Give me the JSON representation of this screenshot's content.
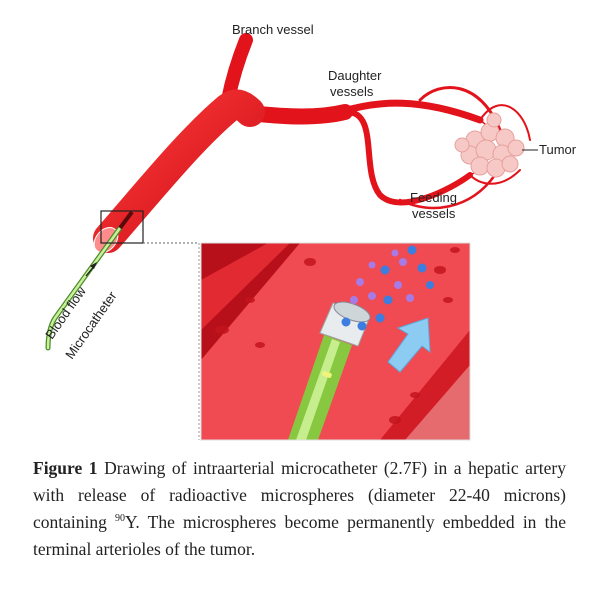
{
  "figure": {
    "labels": {
      "branch_vessel": "Branch vessel",
      "daughter_vessels_1": "Daughter",
      "daughter_vessels_2": "vessels",
      "tumor": "Tumor",
      "feeding_vessels_1": "Feeding",
      "feeding_vessels_2": "vessels",
      "blood_flow": "Blood flow",
      "microcatheter": "Microcatheter"
    },
    "colors": {
      "vessel": "#e3131b",
      "catheter": "#8fd14f",
      "tumor": "#f6c6c4",
      "sphere_blue": "#3c7de0",
      "sphere_purple": "#a77be6",
      "arrow": "#7fc3f0"
    }
  },
  "caption": {
    "label": "Figure 1",
    "text_before_sup": " Drawing of intraarterial microcatheter (2.7F) in a hepatic artery with release of radioactive microspheres (diameter 22-40 microns) containing ",
    "superscript": "90",
    "text_after_sup": "Y. The microspheres become permanently embedded in the terminal arterioles of the tumor."
  }
}
